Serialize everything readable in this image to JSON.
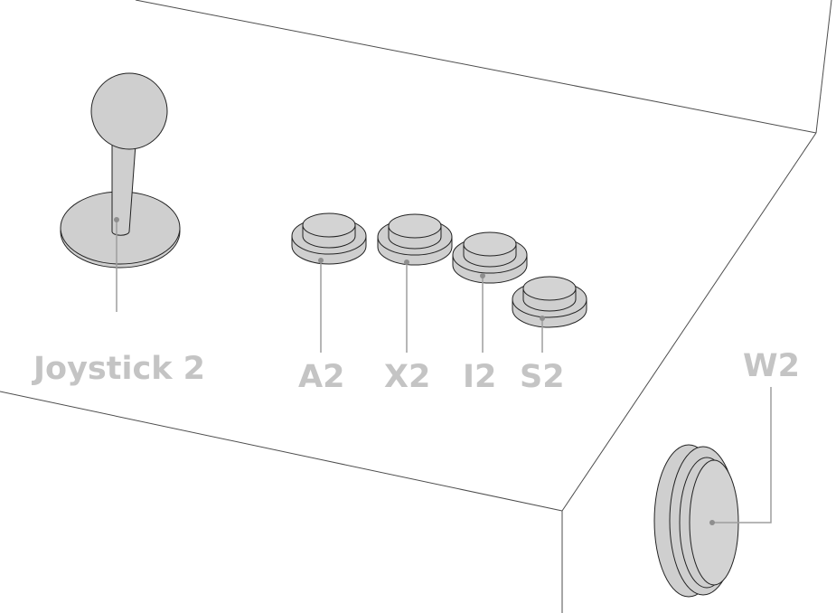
{
  "labels": {
    "joystick": "Joystick 2",
    "a": "A2",
    "x": "X2",
    "i": "I2",
    "s": "S2",
    "w": "W2"
  },
  "colors": {
    "part_fill": "#cfcfcf",
    "label_text": "#c4c4c4",
    "leader_line": "#9e9e9e",
    "outline": "#4d4d4d"
  }
}
